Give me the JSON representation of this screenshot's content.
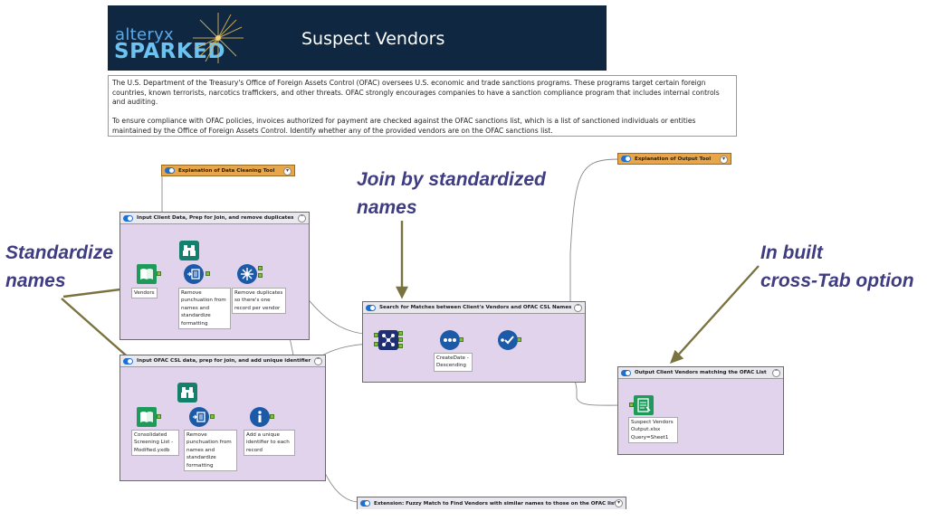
{
  "banner": {
    "brand": "alteryx",
    "product": "SPARKED",
    "title": "Suspect Vendors",
    "colors": {
      "background": "#0f2740",
      "brand": "#5aa9e6"
    }
  },
  "description": {
    "paragraph1": "The U.S. Department of the Treasury's Office of Foreign Assets Control (OFAC) oversees U.S. economic and trade sanctions programs. These programs target certain foreign countries, known terrorists, narcotics traffickers, and other threats. OFAC strongly encourages companies to have a sanction compliance program that includes internal controls and auditing.",
    "paragraph2": "To ensure compliance with OFAC policies, invoices authorized for payment are checked against the OFAC sanctions list, which is a list of sanctioned individuals or entities maintained by the Office of Foreign Assets Control. Identify whether any of the provided vendors are on the OFAC sanctions list."
  },
  "annotations": {
    "standardize_line1": "Standardize",
    "standardize_line2": "names",
    "join_line1": "Join by standardized",
    "join_line2": "names",
    "crosstab_line1": "In built",
    "crosstab_line2": "cross-Tab option",
    "color": "#3f3c82"
  },
  "comments": {
    "cleaning_tool": "Explanation of Data Cleaning Tool",
    "output_tool": "Explanation of Output Tool"
  },
  "containers": {
    "client": {
      "title": "Input Client Data, Prep for Join, and remove duplicates"
    },
    "ofac": {
      "title": "Input OFAC CSL data, prep for join, and add unique identifier"
    },
    "search": {
      "title": "Search for Matches between Client's Vendors and OFAC CSL Names"
    },
    "output": {
      "title": "Output Client Vendors matching the OFAC List"
    },
    "extension": {
      "title": "Extension: Fuzzy Match to Find Vendors with similar names to those on the OFAC list"
    }
  },
  "tools": {
    "vendors_input": {
      "label": "Vendors",
      "icon": "book-input-icon"
    },
    "client_cleanse": {
      "label": "Remove punchuation from names and standardize formatting",
      "icon": "cleanse-icon"
    },
    "client_unique": {
      "label": "Remove duplicates so there's one record per vendor",
      "icon": "unique-icon"
    },
    "client_browse": {
      "icon": "binoculars-icon"
    },
    "csl_input": {
      "label": "Consolidated Screening List - Modified.yxdb",
      "icon": "book-input-icon"
    },
    "csl_cleanse": {
      "label": "Remove punchuation from names and standardize formatting",
      "icon": "cleanse-icon"
    },
    "csl_recordid": {
      "label": "Add a unique identifier to each record",
      "icon": "record-id-icon"
    },
    "csl_browse": {
      "icon": "binoculars-icon"
    },
    "join": {
      "icon": "join-icon"
    },
    "sort": {
      "label": "CreateDate - Descending",
      "icon": "sort-icon"
    },
    "select": {
      "icon": "select-icon"
    },
    "output": {
      "label": "Suspect Vendors Output.xlsx Query=Sheet1",
      "icon": "output-icon"
    }
  }
}
